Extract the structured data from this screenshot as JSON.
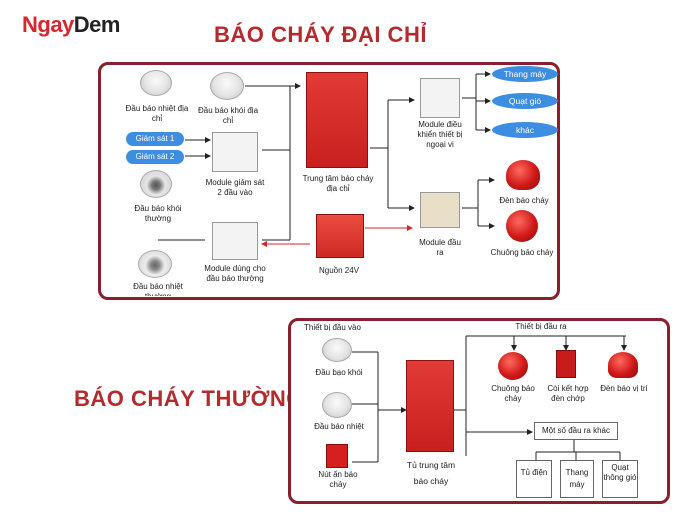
{
  "logo": {
    "part1": "Ngay",
    "part2": "Dem"
  },
  "top_title": "BÁO CHÁY ĐẠI CHỈ",
  "bottom_title": "BÁO CHÁY THƯỜNG",
  "top_diagram": {
    "addr_heat_detector": "Đầu báo nhiệt địa chỉ",
    "addr_smoke_detector": "Đầu báo khói địa chỉ",
    "monitor1": "Giám sát 1",
    "monitor2": "Giám sát 2",
    "monitor_module": "Module giám sát 2 đầu vào",
    "conv_smoke_detector": "Đầu báo khói thường",
    "conv_heat_detector": "Đầu báo nhiệt thường",
    "conv_module": "Module dùng cho đầu báo thường",
    "panel": "Trung tâm báo cháy địa chỉ",
    "power": "Nguồn 24V",
    "control_module": "Module điều khiển thiết bị ngoại vi",
    "out_elevator": "Thang máy",
    "out_fan": "Quạt gió",
    "out_other": "khác",
    "output_module": "Module đầu ra",
    "siren": "Đèn báo cháy",
    "bell": "Chuông báo cháy"
  },
  "bottom_diagram": {
    "input_devices": "Thiết bị đầu vào",
    "output_devices": "Thiết bị đầu ra",
    "smoke": "Đầu bạo khói",
    "heat": "Đầu báo nhiệt",
    "call_point": "Nút ấn báo cháy",
    "panel_line1": "Tủ trung tâm",
    "panel_line2": "báo cháy",
    "bell": "Chuông báo cháy",
    "strobe_horn": "Còi kết hợp đèn chớp",
    "position_light": "Đèn báo vị trí",
    "other_outputs": "Một số đầu ra khác",
    "out_cabinet": "Tủ điện",
    "out_elevator": "Thang máy",
    "out_fan": "Quạt thông gió"
  },
  "colors": {
    "accent": "#8a1e2a",
    "brand_red": "#d8262e",
    "link_blue": "#3d8ee0"
  }
}
